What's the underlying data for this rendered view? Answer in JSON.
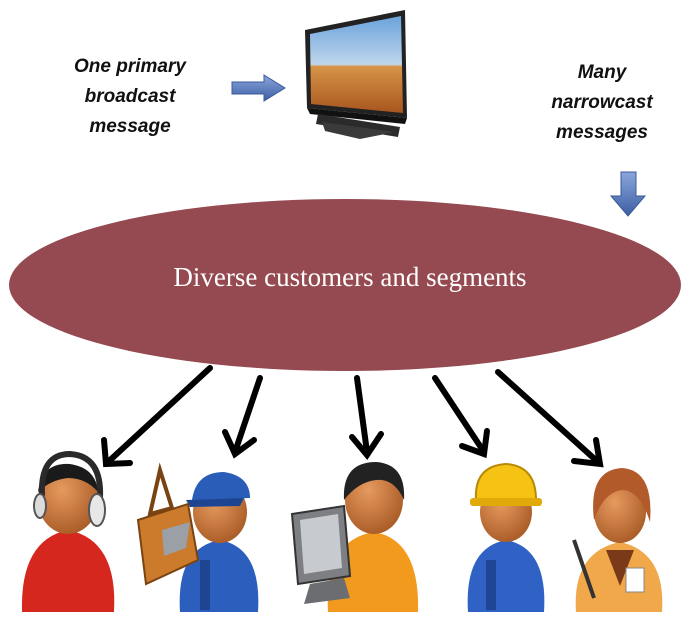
{
  "captions": {
    "broadcast": "One primary\nbroadcast\nmessage",
    "narrowcast": "Many\nnarrowcast\nmessages"
  },
  "ellipse": {
    "label": "Diverse customers and segments",
    "fill": "#944a50"
  },
  "icons": {
    "tv": "television-icon",
    "arrow_right": "right-arrow-icon",
    "arrow_down": "down-arrow-icon",
    "people": [
      "person-headset-icon",
      "person-toolbox-worker-icon",
      "person-computer-icon",
      "person-hardhat-icon",
      "person-clerk-icon"
    ]
  },
  "colors": {
    "arrow_blue": "#5b7fc0",
    "pointer_arrow": "#000000",
    "skin": "#c8763e"
  }
}
